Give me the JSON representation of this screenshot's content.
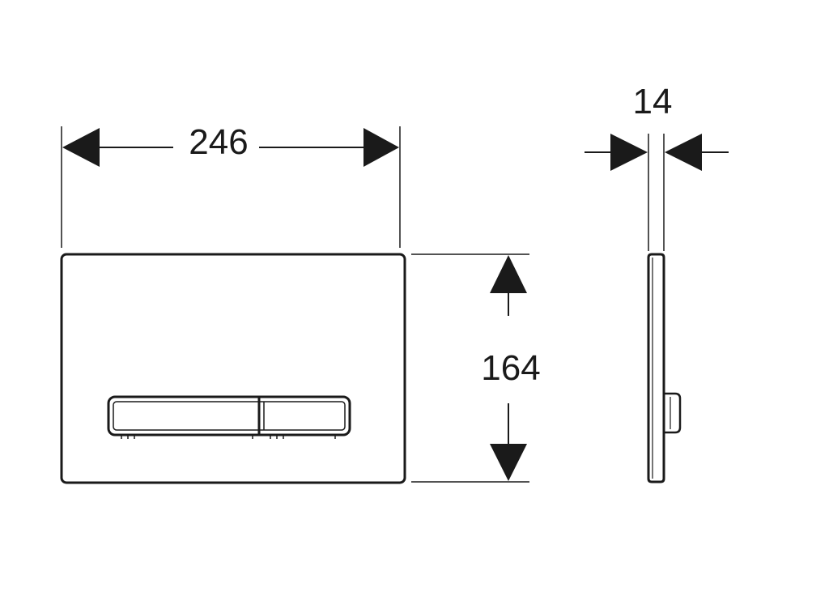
{
  "dimensions": {
    "width": "246",
    "height": "164",
    "depth": "14"
  },
  "colors": {
    "ink": "#1a1a1a",
    "background": "#ffffff"
  }
}
